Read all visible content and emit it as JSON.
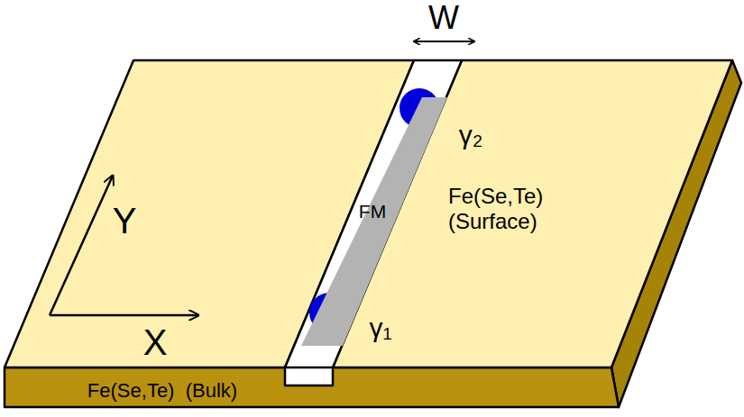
{
  "diagram": {
    "nodes": [
      {
        "text": [
          "FM"
        ]
      }
    ],
    "labels": [
      "W",
      "γ₂",
      "γ₁",
      "Fe(Se,Te) (Surface)",
      "Fe(Se,Te)  (Bulk)",
      "Y",
      "X"
    ]
  }
}
